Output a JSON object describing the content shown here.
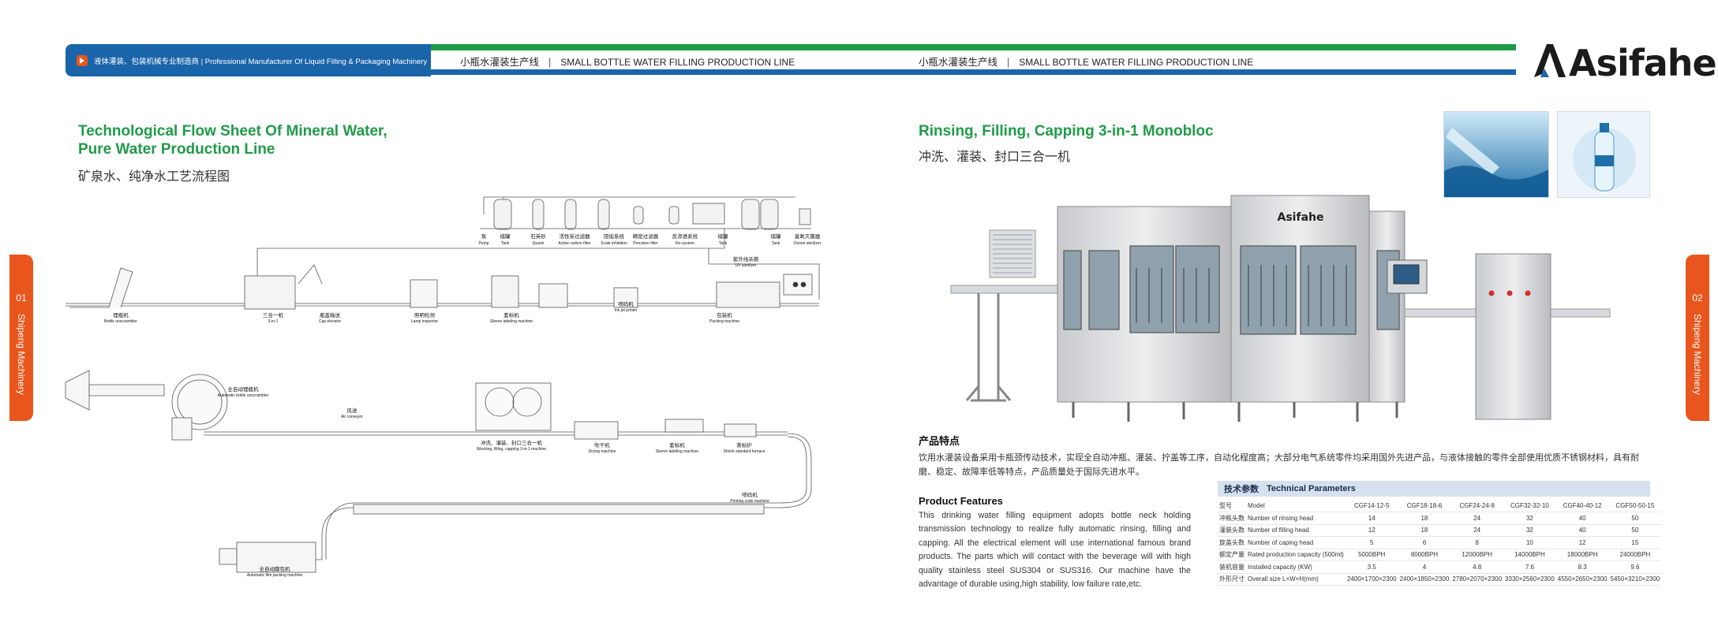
{
  "header": {
    "tagline": "液体灌装、包装机械专业制造商 | Professional Manufacturer Of Liquid Filling & Packaging Machinery",
    "line_left_cn": "小瓶水灌装生产线",
    "line_left_en": "SMALL BOTTLE WATER FILLING PRODUCTION LINE",
    "line_right_cn": "小瓶水灌装生产线",
    "line_right_en": "SMALL BOTTLE WATER FILLING PRODUCTION LINE",
    "separator": "|",
    "brand": "Asifahe"
  },
  "side_tabs": {
    "left_number": "01",
    "left_label": "Shipeng Machinery",
    "right_number": "02",
    "right_label": "Shipeng Machinery"
  },
  "left_section": {
    "title_line1": "Technological Flow Sheet Of Mineral Water,",
    "title_line2": "Pure Water Production Line",
    "subtitle": "矿泉水、纯净水工艺流程图",
    "diagram_top": {
      "equipment": [
        {
          "cn": "泵",
          "en": "Pump"
        },
        {
          "cn": "储罐",
          "en": "Tank"
        },
        {
          "cn": "石英砂",
          "en": "Quartz"
        },
        {
          "cn": "活性炭过滤器",
          "en": "Active carbon filter"
        },
        {
          "cn": "阻垢系统",
          "en": "Scale inhibition"
        },
        {
          "cn": "精密过滤器",
          "en": "Precision filter"
        },
        {
          "cn": "反渗透系统",
          "en": "Ro-system"
        },
        {
          "cn": "储罐",
          "en": "Tank"
        },
        {
          "cn": "储罐",
          "en": "Tank"
        },
        {
          "cn": "臭氧灭菌器",
          "en": "Ozone sterilizer"
        }
      ],
      "uv": {
        "cn": "紫外线杀菌",
        "en": "UV sterilizer"
      },
      "line": [
        {
          "cn": "理瓶机",
          "en": "Bottle unscrambler"
        },
        {
          "cn": "三合一机",
          "en": "3-in-1"
        },
        {
          "cn": "瓶盖输送",
          "en": "Cap elevator"
        },
        {
          "cn": "照明检测",
          "en": "Lamp inspector"
        },
        {
          "cn": "套标机",
          "en": "Sleeve labeling machine"
        },
        {
          "cn": "喷码机",
          "en": "Ink jet printer"
        },
        {
          "cn": "包装机",
          "en": "Packing machine"
        }
      ]
    },
    "diagram_bottom": {
      "unscrambler": {
        "cn": "全自动理瓶机",
        "en": "Automatic bottle unscrambler"
      },
      "air": {
        "cn": "风送",
        "en": "Air conveyor"
      },
      "triblock": {
        "cn": "冲洗、灌装、封口三合一机",
        "en": "Washing, filling, capping 3-in-1 machine"
      },
      "dryer": {
        "cn": "吹干机",
        "en": "Drying machine"
      },
      "sleeve": {
        "cn": "套标机",
        "en": "Sleeve labeling machine"
      },
      "shrink": {
        "cn": "蒸标炉",
        "en": "Shrink standard furnace"
      },
      "coder": {
        "cn": "喷码机",
        "en": "Printing code machine"
      },
      "packer": {
        "cn": "全自动膜包机",
        "en": "Automatic film packing machine"
      }
    }
  },
  "right_section": {
    "title": "Rinsing, Filling, Capping 3-in-1 Monobloc",
    "subtitle": "冲洗、灌装、封口三合一机",
    "machine_brand": "Asifahe",
    "features_cn_title": "产品特点",
    "features_cn_text": "饮用水灌装设备采用卡瓶颈传动技术，实现全自动冲瓶、灌装、拧盖等工序，自动化程度高；大部分电气系统零件均采用国外先进产品，与液体接触的零件全部使用优质不锈钢材料，具有耐磨、稳定、故障率低等特点，产品质量处于国际先进水平。",
    "features_en_title": "Product Features",
    "features_en_text": "This drinking water filling equipment adopts bottle neck holding transmission technology to realize fully automatic rinsing, filling and capping. All the electrical element will use international famous brand products. The parts which will contact with the beverage will with high quality stainless steel SUS304 or SUS316. Our machine have the advantage of durable using,high stability, low failure rate,etc.",
    "tech_params": {
      "title_cn": "技术参数",
      "title_en": "Technical Parameters",
      "header": [
        "型号",
        "Model",
        "CGF14-12-5",
        "CGF18-18-6",
        "CGF24-24-8",
        "CGF32-32-10",
        "CGF40-40-12",
        "CGF50-50-15"
      ],
      "rows": [
        [
          "冲瓶头数",
          "Number of rinsing head",
          "14",
          "18",
          "24",
          "32",
          "40",
          "50"
        ],
        [
          "灌装头数",
          "Number of filling head",
          "12",
          "18",
          "24",
          "32",
          "40",
          "50"
        ],
        [
          "旋盖头数",
          "Number of caping head",
          "5",
          "6",
          "8",
          "10",
          "12",
          "15"
        ],
        [
          "额定产量",
          "Rated production capacity (500ml)",
          "5000BPH",
          "8000BPH",
          "12000BPH",
          "14000BPH",
          "18000BPH",
          "24000BPH"
        ],
        [
          "装机容量",
          "Installed capacity (KW)",
          "3.5",
          "4",
          "4.8",
          "7.6",
          "8.3",
          "9.6"
        ],
        [
          "外形尺寸",
          "Overall size L×W×H(mm)",
          "2400×1700×2300",
          "2400×1850×2300",
          "2780×2070×2300",
          "3330×2560×2300",
          "4550×2650×2300",
          "5450×3210×2300"
        ]
      ]
    }
  },
  "colors": {
    "green": "#1f9b48",
    "blue": "#1a64a9",
    "orange": "#e8561d"
  }
}
